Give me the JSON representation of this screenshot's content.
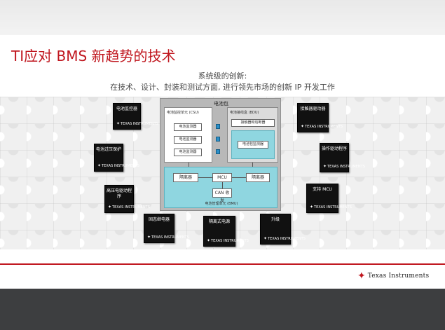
{
  "slide": {
    "title": "TI应对 BMS 新趋势的技术",
    "subtitle_line1": "系统级的创新:",
    "subtitle_line2": "在技术、设计、封装和测试方面, 进行领先市场的创新 IP 开发工作"
  },
  "diagram": {
    "pack_title": "电池包",
    "csu": {
      "title": "电池监控单元 (CSU)",
      "monitors": [
        "电池监测器",
        "电池监测器",
        "电池监测器"
      ]
    },
    "bdu": {
      "title": "电池接线盒 (BDU)",
      "box": "接触器和熔断器",
      "monitor": "电池包监测器"
    },
    "bmu": {
      "title": "电池管理单元 (BMU)",
      "isolator_left": "隔离器",
      "mcu": "MCU",
      "isolator_right": "隔离器",
      "can": "CAN 收发"
    }
  },
  "chips": {
    "battery_monitor": "电池监控器",
    "battery_protection": "电池过压保护",
    "relay_driver": "高压电驱动程序",
    "fixed_relay": "固态继电器",
    "isolated_power": "隔离式电源",
    "upgrade": "升级",
    "contactor_driver": "接触器驱动器",
    "drive_protection": "操作驱动程序",
    "support_mcu": "支持 MCU",
    "logo_text": "TEXAS INSTRUMENTS"
  },
  "branding": {
    "company": "Texas Instruments"
  },
  "colors": {
    "title_red": "#c0171f",
    "diagram_cyan": "#8fd6e0",
    "chip_black": "#111111",
    "bottom_band": "#3d3e40"
  }
}
